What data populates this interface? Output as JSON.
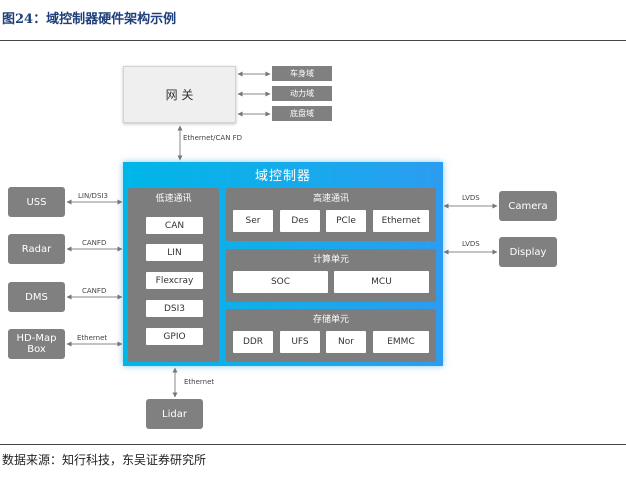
{
  "figure": {
    "title": "图24：域控制器硬件架构示例",
    "source": "数据来源：知行科技，东吴证券研究所"
  },
  "colors": {
    "controller_gradient_start": "#00b6e8",
    "controller_gradient_end": "#2c9cf0",
    "gray_box": "#808080",
    "panel": "#7d7d7d",
    "gateway_fill": "#efefef",
    "title_blue": "#1f3f7a"
  },
  "gateway": {
    "label": "网 关",
    "domains": [
      "车身域",
      "动力域",
      "底盘域"
    ],
    "link_label": "Ethernet/CAN FD"
  },
  "controller": {
    "title": "域控制器",
    "low_speed": {
      "title": "低速通讯",
      "items": [
        "CAN",
        "LIN",
        "Flexcray",
        "DSI3",
        "GPIO"
      ]
    },
    "high_speed": {
      "title": "高速通讯",
      "items": [
        "Ser",
        "Des",
        "PCle",
        "Ethernet"
      ]
    },
    "compute": {
      "title": "计算单元",
      "items": [
        "SOC",
        "MCU"
      ]
    },
    "storage": {
      "title": "存储单元",
      "items": [
        "DDR",
        "UFS",
        "Nor",
        "EMMC"
      ]
    }
  },
  "left_devices": [
    {
      "label": "USS",
      "link": "LIN/DSI3"
    },
    {
      "label": "Radar",
      "link": "CANFD"
    },
    {
      "label": "DMS",
      "link": "CANFD"
    },
    {
      "label": "HD-Map Box",
      "link": "Ethernet"
    }
  ],
  "right_devices": [
    {
      "label": "Camera",
      "link": "LVDS"
    },
    {
      "label": "Display",
      "link": "LVDS"
    }
  ],
  "bottom_device": {
    "label": "Lidar",
    "link": "Ethernet"
  }
}
